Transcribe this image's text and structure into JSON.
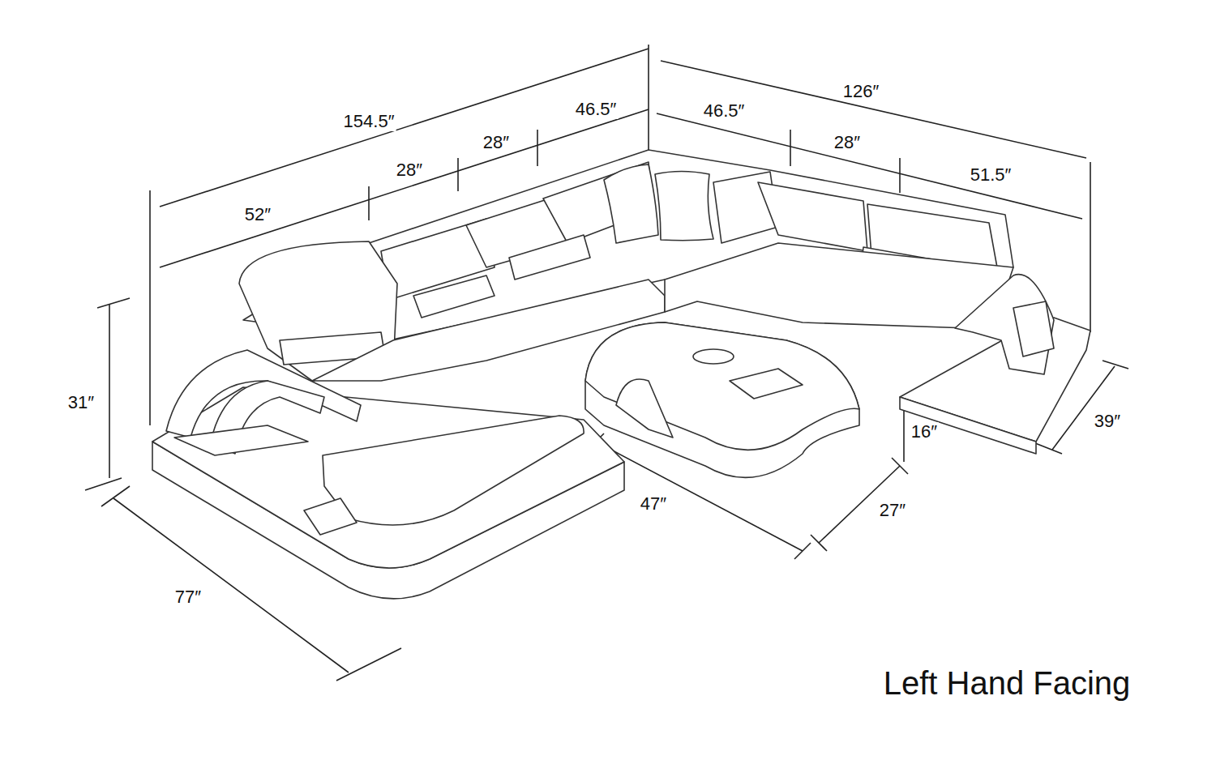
{
  "diagram": {
    "caption": "Left Hand Facing",
    "labels": [
      "154.5″",
      "46.5″",
      "126″",
      "46.5″",
      "28″",
      "28″",
      "28″",
      "51.5″",
      "52″",
      "31″",
      "39″",
      "16″",
      "27″",
      "47″",
      "77″"
    ]
  }
}
